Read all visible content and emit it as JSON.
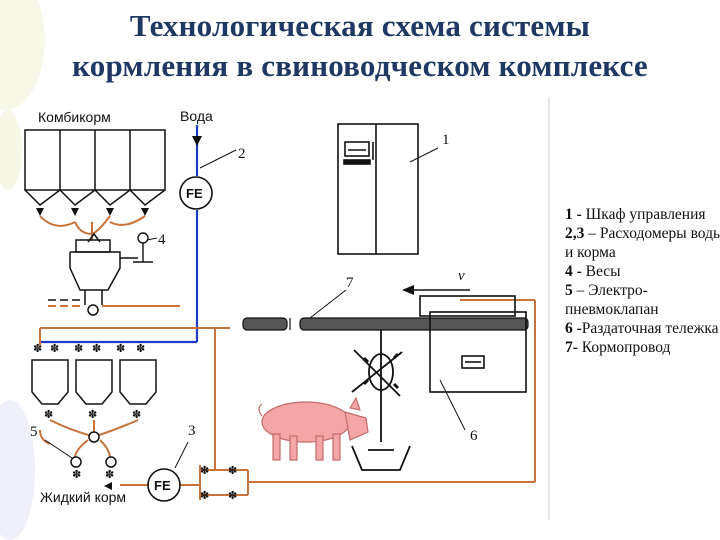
{
  "slide": {
    "title_line1": "Технологическая схема системы",
    "title_line2": "кормления  в свиноводческом комплексе"
  },
  "diagram": {
    "label_feed": "Комбикорм",
    "label_water": "Вода",
    "label_liquid_feed": "Жидкий корм",
    "label_velocity": "v",
    "flowmeter_label": "FE",
    "callouts": [
      "1",
      "2",
      "3",
      "4",
      "5",
      "6",
      "7"
    ]
  },
  "legend": {
    "items": [
      {
        "num": "1 -",
        "text": " Шкаф управления"
      },
      {
        "num": "2,3",
        "text": " – Расходомеры воды и корма"
      },
      {
        "num": "4 -",
        "text": " Весы"
      },
      {
        "num": "5",
        "text": " – Электро-пневмоклапан"
      },
      {
        "num": "6 -",
        "text": "Раздаточная тележка"
      },
      {
        "num": "7-",
        "text": "  Кормопровод"
      }
    ]
  },
  "colors": {
    "title": "#1f3864",
    "water_line": "#1f3cc8",
    "feed_line": "#c8733a",
    "pig": "#f4a6a6",
    "ink": "#111111"
  }
}
